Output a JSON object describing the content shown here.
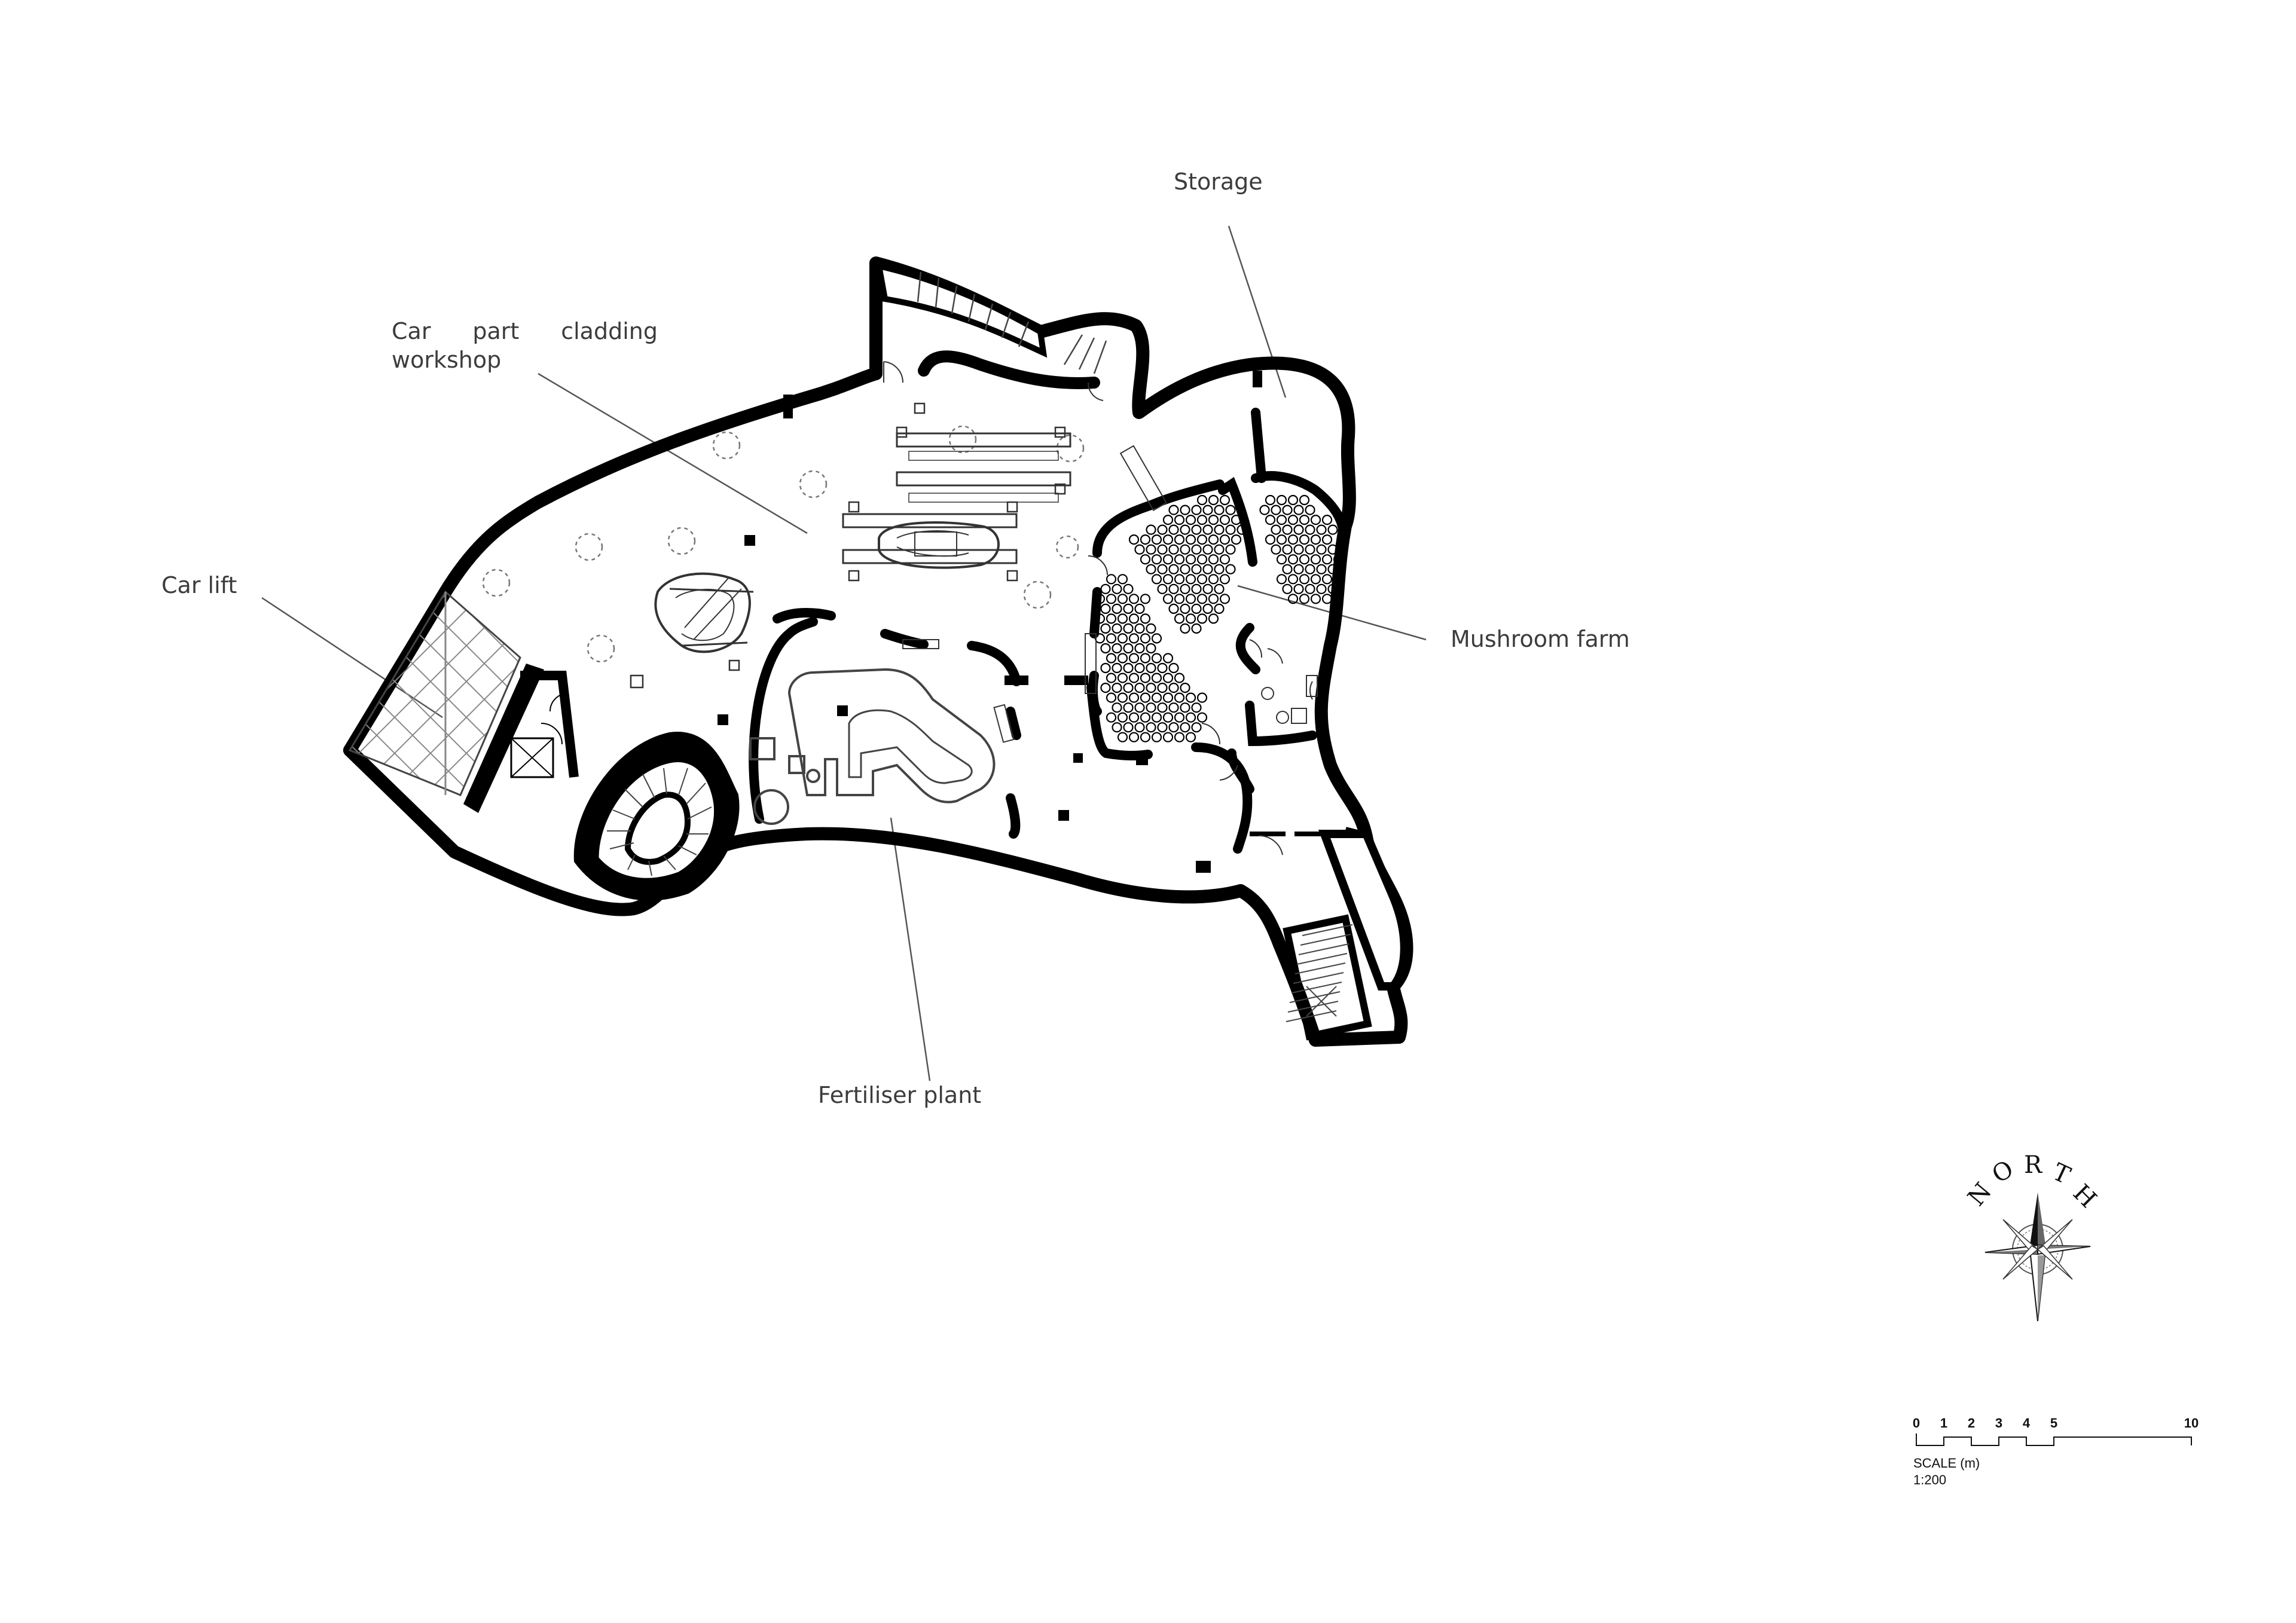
{
  "plan": {
    "labels": {
      "storage": "Storage",
      "workshop_line1_words": [
        "Car",
        "part",
        "cladding"
      ],
      "workshop_line2": "workshop",
      "car_lift": "Car lift",
      "mushroom_farm": "Mushroom farm",
      "fertiliser_plant": "Fertiliser plant"
    }
  },
  "compass": {
    "letters": [
      "N",
      "O",
      "R",
      "T",
      "H"
    ]
  },
  "scale_bar": {
    "ticks": [
      "0",
      "1",
      "2",
      "3",
      "4",
      "5",
      "10"
    ],
    "unit_label": "SCALE (m)",
    "ratio": "1:200"
  },
  "colors": {
    "wall": "#000000",
    "leader": "#555555",
    "detail": "#444444"
  }
}
